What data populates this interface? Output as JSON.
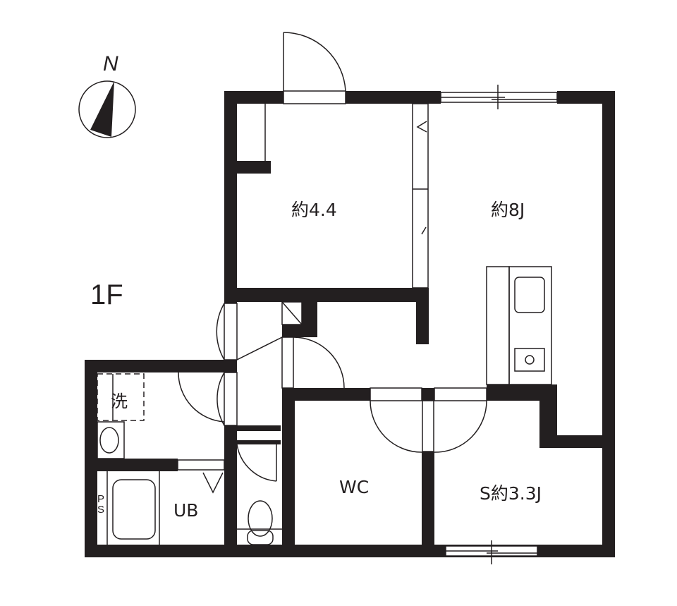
{
  "floor_plan": {
    "floor_label": "1F",
    "compass": {
      "label": "N",
      "icon": "north-arrow-icon"
    },
    "rooms": [
      {
        "id": "western-room",
        "label": "約4.4"
      },
      {
        "id": "ldk",
        "label": "約8J"
      },
      {
        "id": "service-room",
        "label": "S約3.3J"
      },
      {
        "id": "wc",
        "label": "WC"
      },
      {
        "id": "unit-bath",
        "label": "UB"
      },
      {
        "id": "washing-machine",
        "label": "洗"
      },
      {
        "id": "pipe-space",
        "label": "PS"
      }
    ],
    "colors": {
      "wall": "#231f20",
      "line": "#231f20",
      "background": "#ffffff"
    }
  }
}
